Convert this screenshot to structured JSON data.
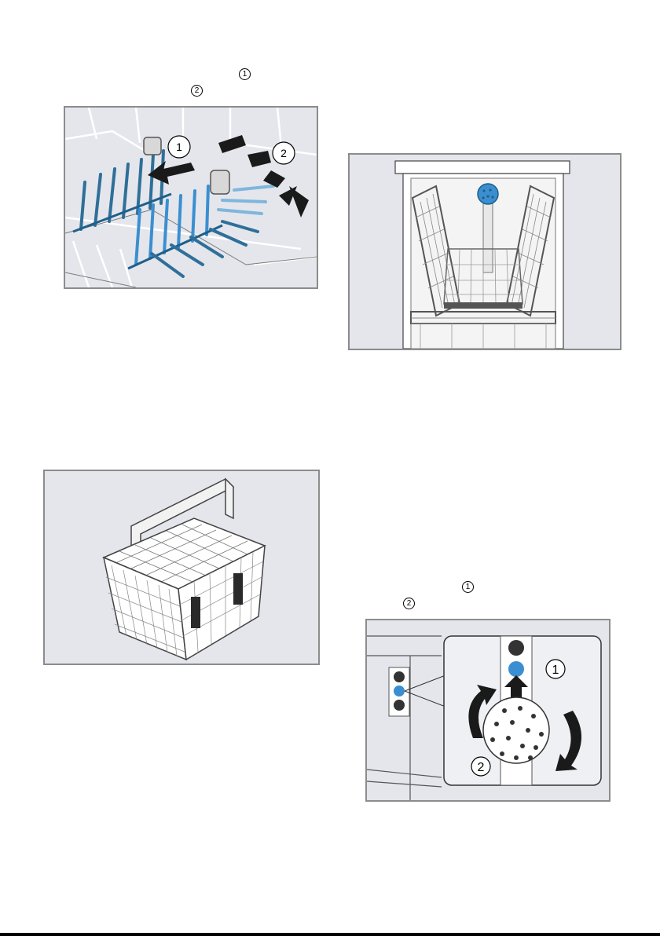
{
  "callouts": {
    "rack_step_1": "1",
    "rack_step_2": "2",
    "filter_step_1": "1",
    "filter_step_2": "2"
  },
  "rack_figure": {
    "callout_1": "1",
    "callout_2": "2"
  },
  "filter_figure": {
    "callout_1": "1",
    "callout_2": "2"
  },
  "colors": {
    "accent_blue": "#3b8fd0",
    "dark_blue": "#1f5f8a",
    "frame_border": "#8c8c8c",
    "figure_background": "#e4e6ec"
  }
}
